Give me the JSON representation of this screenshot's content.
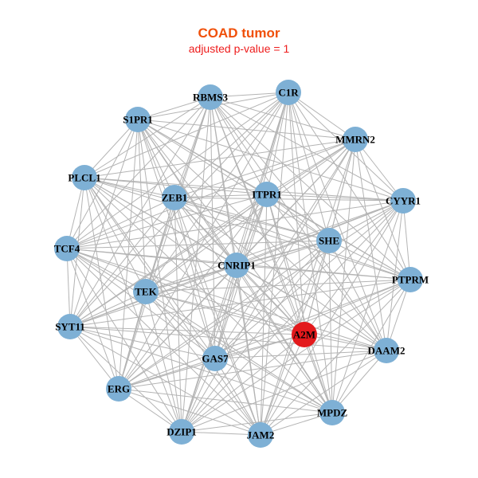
{
  "title": "COAD tumor",
  "subtitle": "adjusted p-value = 1",
  "colors": {
    "title": "#f0500a",
    "subtitle": "#ee1c1c",
    "node_default": "#7eb0d5",
    "node_highlight": "#e3191c",
    "edge": "#b4b4b4"
  },
  "graph": {
    "highlighted_node": "A2M",
    "nodes": [
      {
        "id": "C1R",
        "highlight": false
      },
      {
        "id": "RBMS3",
        "highlight": false
      },
      {
        "id": "S1PR1",
        "highlight": false
      },
      {
        "id": "MMRN2",
        "highlight": false
      },
      {
        "id": "PLCL1",
        "highlight": false
      },
      {
        "id": "ITPR1",
        "highlight": false
      },
      {
        "id": "ZEB1",
        "highlight": false
      },
      {
        "id": "CYYR1",
        "highlight": false
      },
      {
        "id": "TCF4",
        "highlight": false
      },
      {
        "id": "SHE",
        "highlight": false
      },
      {
        "id": "CNRIP1",
        "highlight": false
      },
      {
        "id": "PTPRM",
        "highlight": false
      },
      {
        "id": "TEK",
        "highlight": false
      },
      {
        "id": "SYT11",
        "highlight": false
      },
      {
        "id": "A2M",
        "highlight": true
      },
      {
        "id": "DAAM2",
        "highlight": false
      },
      {
        "id": "GAS7",
        "highlight": false
      },
      {
        "id": "ERG",
        "highlight": false
      },
      {
        "id": "MPDZ",
        "highlight": false
      },
      {
        "id": "DZIP1",
        "highlight": false
      },
      {
        "id": "JAM2",
        "highlight": false
      }
    ],
    "edges": "complete"
  }
}
